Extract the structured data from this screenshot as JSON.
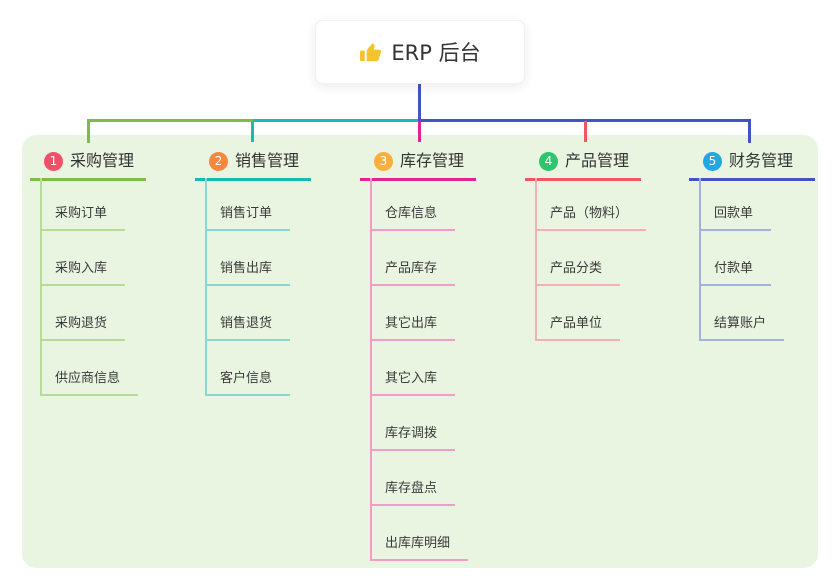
{
  "root": {
    "label": "ERP 后台",
    "icon": "thumbs-up-icon"
  },
  "branches": [
    {
      "num": "1",
      "label": "采购管理",
      "color": "#82bb41",
      "items": [
        "采购订单",
        "采购入库",
        "采购退货",
        "供应商信息"
      ]
    },
    {
      "num": "2",
      "label": "销售管理",
      "color": "#17bcb1",
      "items": [
        "销售订单",
        "销售出库",
        "销售退货",
        "客户信息"
      ]
    },
    {
      "num": "3",
      "label": "库存管理",
      "color": "#e32490",
      "items": [
        "仓库信息",
        "产品库存",
        "其它出库",
        "其它入库",
        "库存调拨",
        "库存盘点",
        "出库库明细"
      ]
    },
    {
      "num": "4",
      "label": "产品管理",
      "color": "#f2575f",
      "items": [
        "产品（物料）",
        "产品分类",
        "产品单位"
      ]
    },
    {
      "num": "5",
      "label": "财务管理",
      "color": "#4253c4",
      "items": [
        "回款单",
        "付款单",
        "结算账户"
      ]
    }
  ],
  "colors": {
    "panel": "#e9f5e1",
    "text": "#333333",
    "blue": "#4253c4",
    "green": "#82bb41",
    "teal": "#17bcb1",
    "magenta": "#e32490",
    "red": "#f2575f",
    "green-light": "#b6dc99",
    "teal-light": "#8bd7d0",
    "magenta-light": "#f29cc9",
    "red-light": "#f6b0b4",
    "blue-light": "#9fb2e2",
    "badge1": "#f25069",
    "badge2": "#f8873d",
    "badge3": "#fbae3c",
    "badge4": "#2fc56e",
    "badge5": "#22a8e0",
    "thumb": "#f4c430"
  }
}
